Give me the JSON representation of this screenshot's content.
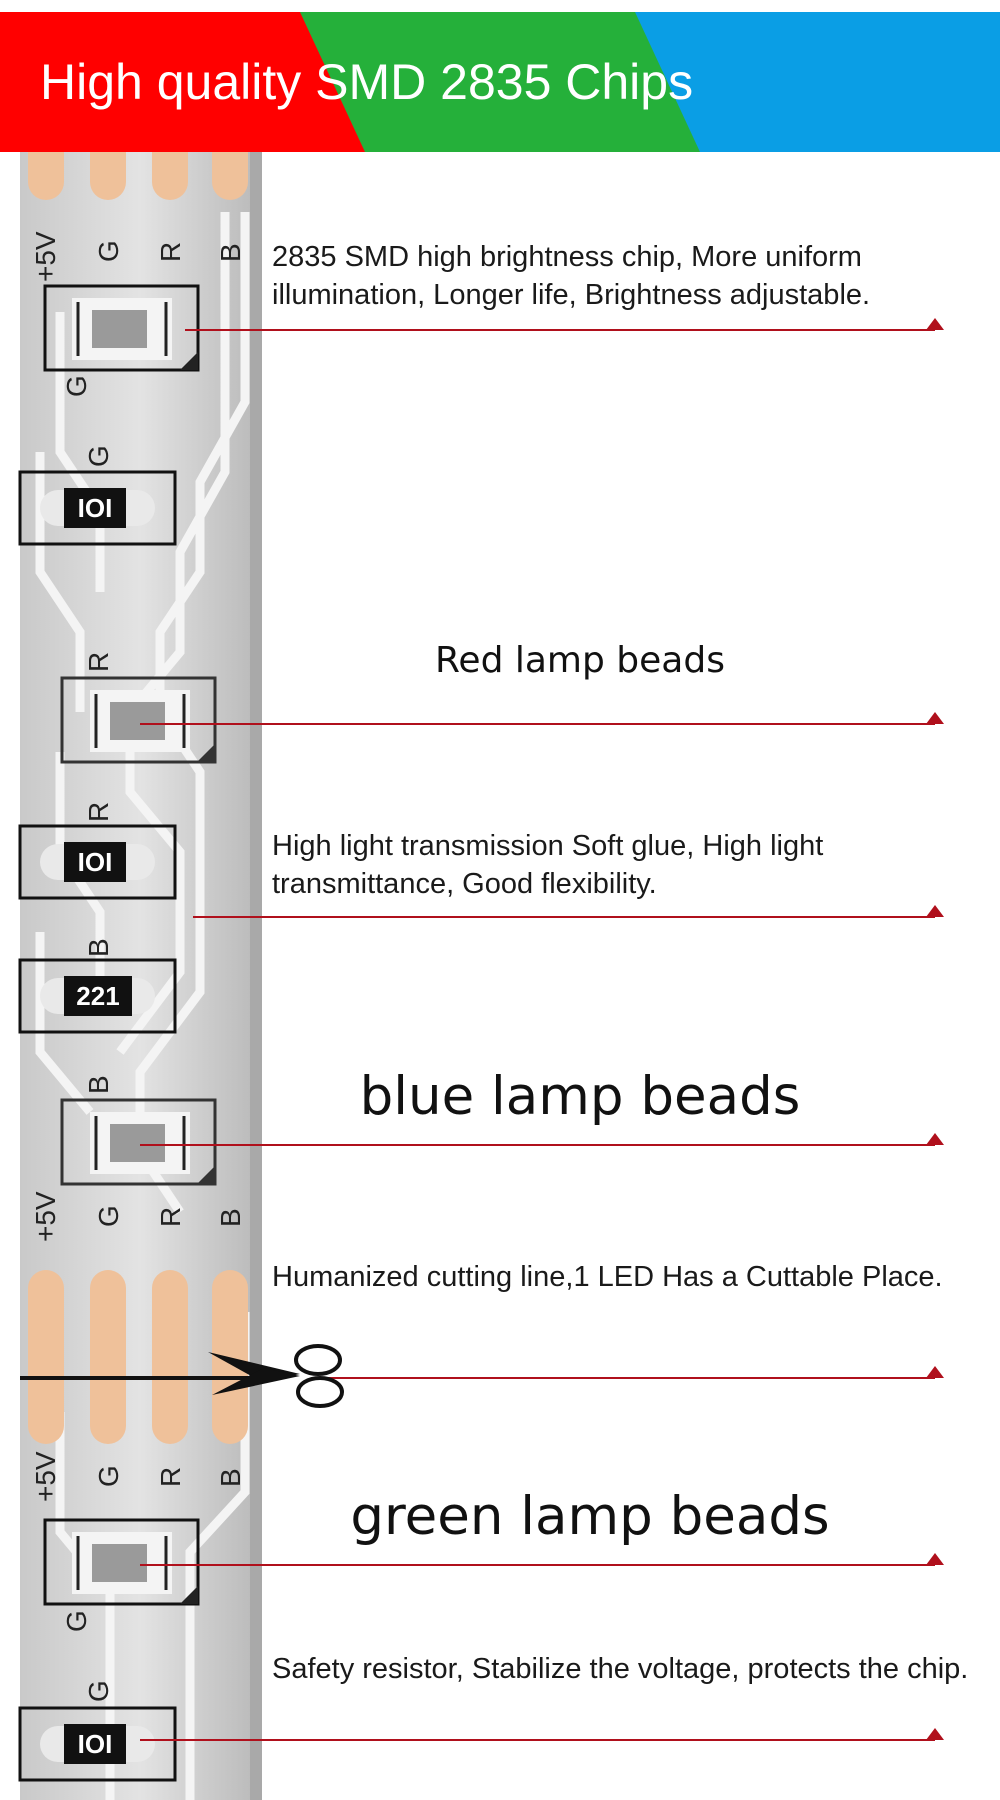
{
  "banner": {
    "title": "High quality SMD 2835 Chips",
    "colors": [
      "#ff0000",
      "#25b03a",
      "#0a9ee5"
    ]
  },
  "pins": {
    "plus5v": "+5V",
    "g": "G",
    "r": "R",
    "b": "B"
  },
  "resistors": {
    "r1": "IOI",
    "r2": "IOI",
    "r3": "221",
    "r4": "IOI"
  },
  "callouts": {
    "chip": "2835 SMD high brightness chip, More uniform illumination, Longer life, Brightness adjustable.",
    "red": "Red lamp beads",
    "glue": "High light transmission Soft glue, High light transmittance, Good flexibility.",
    "blue": "blue lamp beads",
    "cut": "Humanized cutting line,1 LED Has a Cuttable Place.",
    "green": "green lamp beads",
    "resistor": "Safety resistor, Stabilize the voltage, protects the chip."
  },
  "icons": {
    "scissors": "scissors-icon",
    "pointer": "triangle-pointer-icon"
  },
  "line_color": "#b0101c"
}
